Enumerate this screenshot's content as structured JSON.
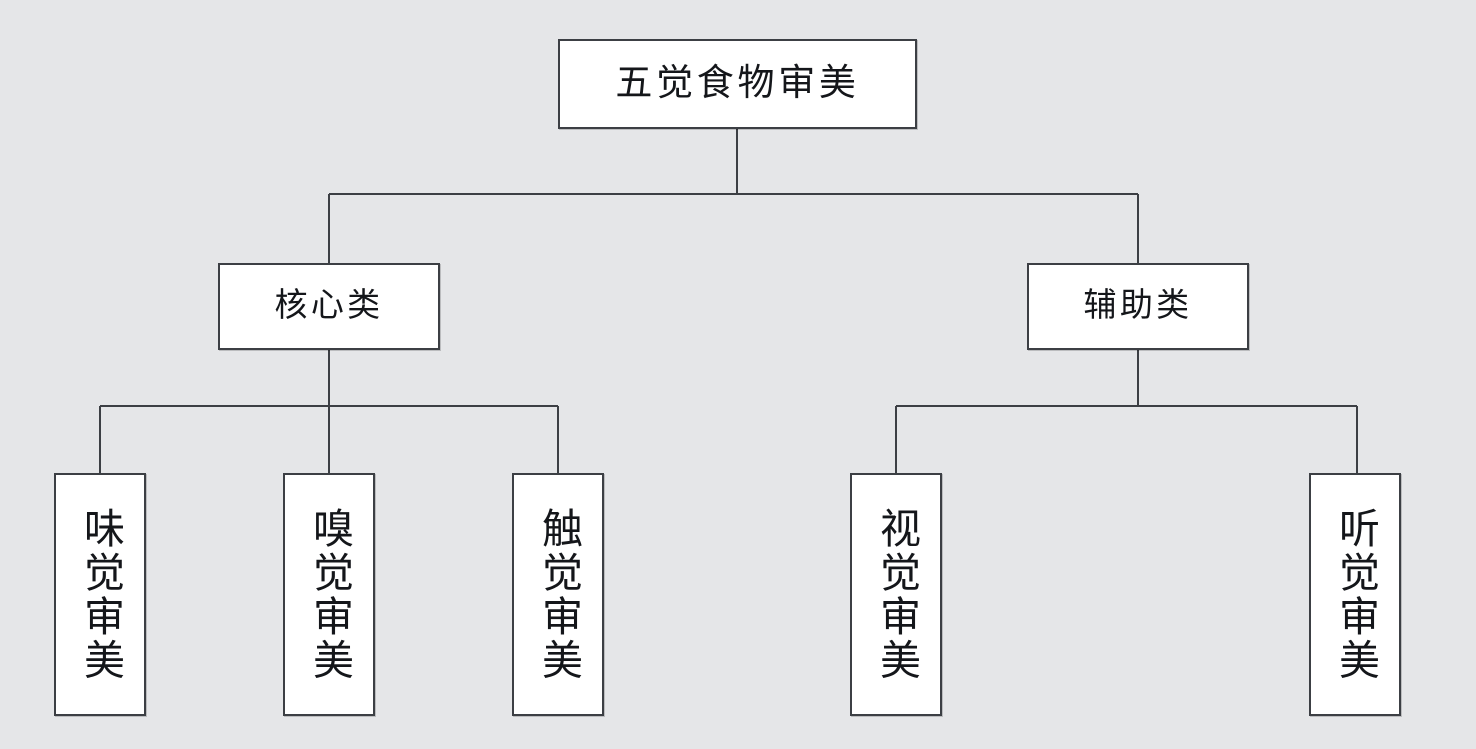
{
  "diagram": {
    "type": "hierarchy-tree",
    "title": "五觉食物审美",
    "background_color": "#e5e6e8",
    "line_color": "#3c3f44",
    "node_fill_color": "#ffffff",
    "node_text_color": "#14161a",
    "root": {
      "label": "五觉食物审美",
      "orientation": "horizontal"
    },
    "branches": [
      {
        "id": "core",
        "label": "核心类",
        "orientation": "horizontal",
        "children": [
          {
            "id": "taste",
            "label": "味觉审美",
            "orientation": "vertical"
          },
          {
            "id": "smell",
            "label": "嗅觉审美",
            "orientation": "vertical"
          },
          {
            "id": "touch",
            "label": "触觉审美",
            "orientation": "vertical"
          }
        ]
      },
      {
        "id": "auxiliary",
        "label": "辅助类",
        "orientation": "horizontal",
        "children": [
          {
            "id": "sight",
            "label": "视觉审美",
            "orientation": "vertical"
          },
          {
            "id": "hearing",
            "label": "听觉审美",
            "orientation": "vertical"
          }
        ]
      }
    ]
  }
}
